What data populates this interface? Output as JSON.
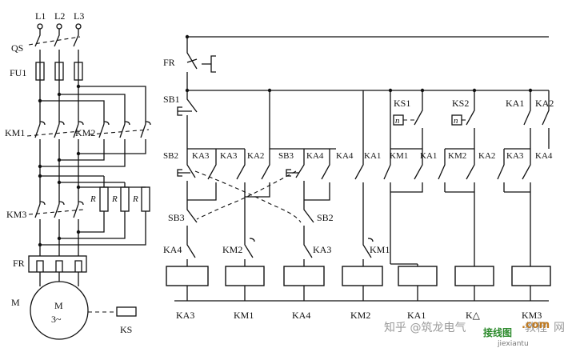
{
  "power_circuit": {
    "phases": [
      "L1",
      "L2",
      "L3"
    ],
    "switch": "QS",
    "fuse": "FU1",
    "contactor_1": "KM1",
    "contactor_2": "KM2",
    "contactor_3": "KM3",
    "resistor": "R",
    "overload": "FR",
    "motor_label": "M",
    "motor_symbol": "M",
    "motor_type": "3~",
    "speed_relay": "KS"
  },
  "control_circuit": {
    "fr_contact": "FR",
    "stop_button": "SB1",
    "ks1": "KS1",
    "ks2": "KS2",
    "ka1_top": "KA1",
    "ka2_top": "KA2",
    "ks_symbol": "n",
    "row2": [
      "SB2",
      "KA3",
      "KA3",
      "KA2",
      "SB3",
      "KA4",
      "KA4",
      "KA1",
      "KM1",
      "KA1",
      "KM2",
      "KA2",
      "KA3",
      "KA4"
    ],
    "sb3_left": "SB3",
    "sb2_right": "SB2",
    "row4": [
      "KA4",
      "KM2",
      "KA3",
      "KM1"
    ],
    "coils": [
      "KA3",
      "KM1",
      "KA4",
      "KM2",
      "KA1",
      "K△",
      "KM3"
    ]
  },
  "watermark": {
    "zhihu": "知乎 @筑龙电气",
    "mid": "教程",
    "end": "网",
    "site_cn": "接线图",
    "site_com": ".com",
    "site_url": "jiexiantu"
  }
}
